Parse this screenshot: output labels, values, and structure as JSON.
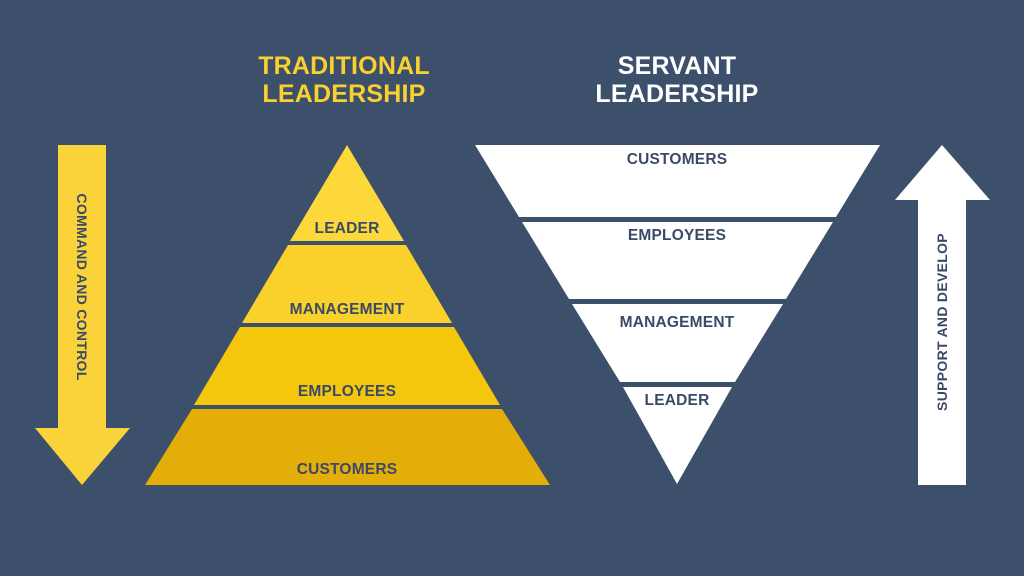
{
  "colors": {
    "background": "#3C4F6B",
    "text_dark": "#3A4A66",
    "yellow_title": "#F9D02F",
    "yellow_band_1": "#FDD83A",
    "yellow_band_2": "#F9D12A",
    "yellow_band_3": "#F4C70C",
    "yellow_band_4": "#E3AE08",
    "white": "#FFFFFF"
  },
  "traditional": {
    "title_line1": "TRADITIONAL",
    "title_line2": "LEADERSHIP",
    "arrow_label": "COMMAND AND CONTROL",
    "arrow_direction": "down",
    "levels": [
      {
        "label": "LEADER"
      },
      {
        "label": "MANAGEMENT"
      },
      {
        "label": "EMPLOYEES"
      },
      {
        "label": "CUSTOMERS"
      }
    ]
  },
  "servant": {
    "title_line1": "SERVANT",
    "title_line2": "LEADERSHIP",
    "arrow_label": "SUPPORT AND DEVELOP",
    "arrow_direction": "up",
    "levels": [
      {
        "label": "CUSTOMERS"
      },
      {
        "label": "EMPLOYEES"
      },
      {
        "label": "MANAGEMENT"
      },
      {
        "label": "LEADER"
      }
    ]
  }
}
